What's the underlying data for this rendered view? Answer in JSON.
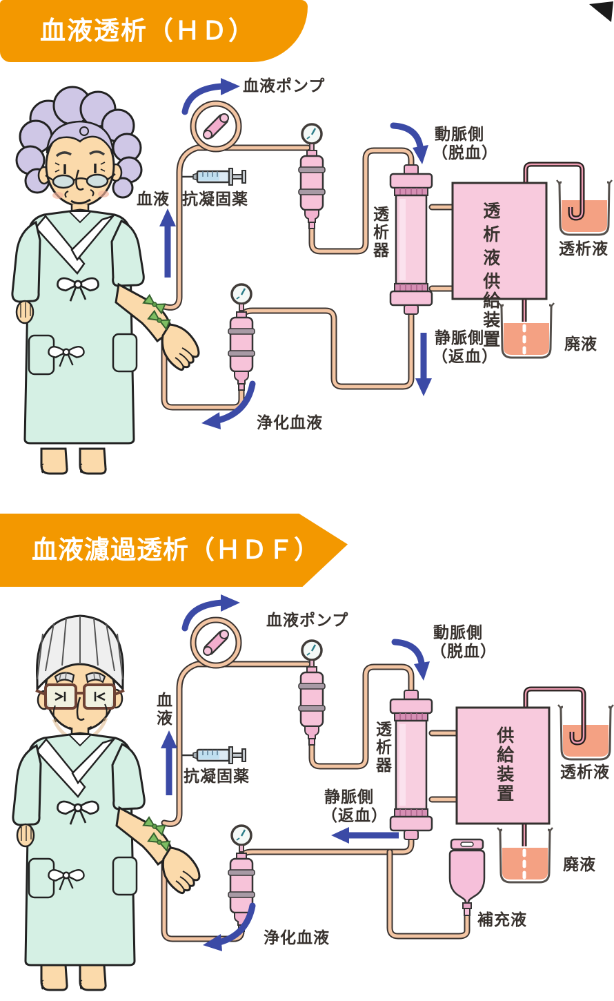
{
  "hd": {
    "banner": "血液透析（ＨＤ）",
    "labels": {
      "blood_pump": "血液ポンプ",
      "blood": "血液",
      "anticoagulant": "抗凝固薬",
      "arterial": "動脈側",
      "arterial_sub": "（脱血）",
      "dialyzer": "透析器",
      "supply_col_right": "透析液",
      "supply_col_left": "供給装置",
      "dialysate": "透析液",
      "waste": "廃液",
      "venous": "静脈側",
      "venous_sub": "（返血）",
      "purified_blood": "浄化血液"
    }
  },
  "hdf": {
    "banner": "血液濾過透析（ＨＤＦ）",
    "labels": {
      "blood_pump": "血液ポンプ",
      "blood": "血液",
      "anticoagulant": "抗凝固薬",
      "arterial": "動脈側",
      "arterial_sub": "（脱血）",
      "dialyzer": "透析器",
      "supply": "供給装置",
      "dialysate": "透析液",
      "waste": "廃液",
      "venous": "静脈側",
      "venous_sub": "（返血）",
      "purified_blood": "浄化血液",
      "replacement_fluid": "補充液"
    }
  },
  "colors": {
    "banner_orange": "#F39800",
    "arrow_blue": "#3B4AA6",
    "tube_salmon": "#F3C5A3",
    "component_pink": "#F6C3DA",
    "liquid_orange": "#F4A183",
    "robe_mint": "#D5F0E4"
  },
  "icons": {
    "corner_fold_icon": "◥"
  }
}
